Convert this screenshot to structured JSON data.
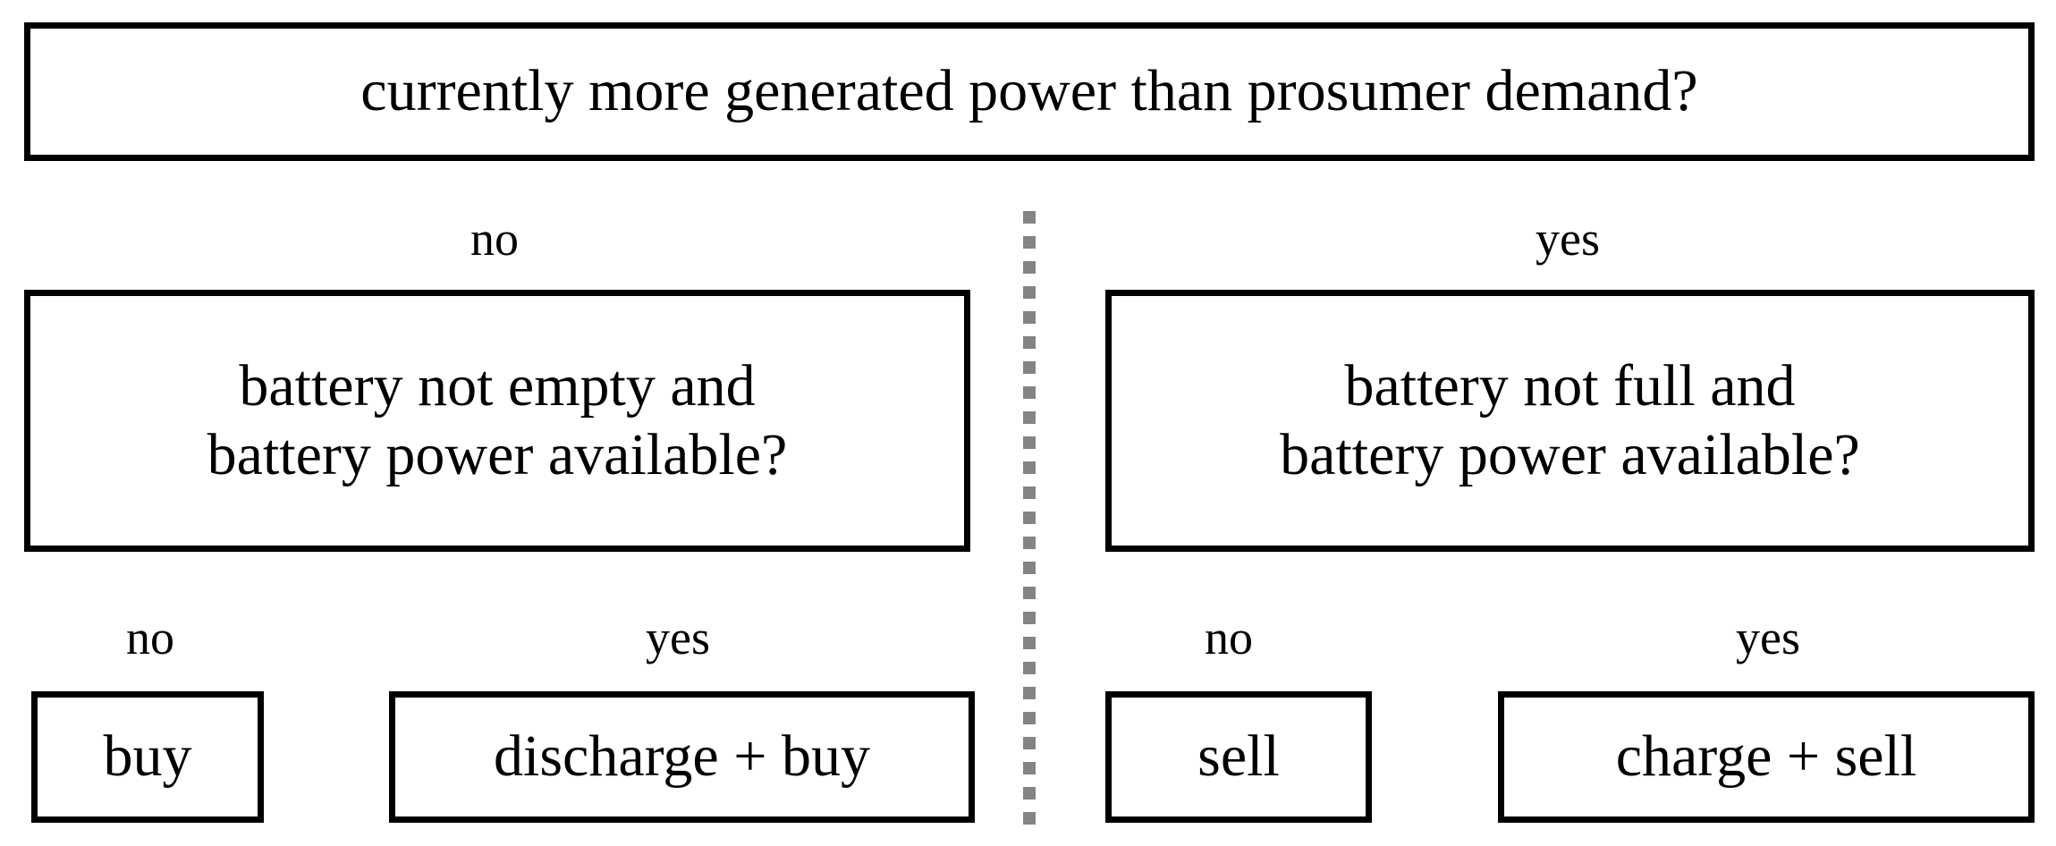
{
  "colors": {
    "background": "#ffffff",
    "box_border": "#000000",
    "text": "#000000",
    "divider_dash": "#848484"
  },
  "root": {
    "question": "currently more generated power than prosumer demand?"
  },
  "level1": {
    "no_label": "no",
    "yes_label": "yes"
  },
  "left_branch": {
    "question_line1": "battery not empty and",
    "question_line2": "battery power available?",
    "no_label": "no",
    "yes_label": "yes",
    "no_action": "buy",
    "yes_action": "discharge + buy"
  },
  "right_branch": {
    "question_line1": "battery not full and",
    "question_line2": "battery power available?",
    "no_label": "no",
    "yes_label": "yes",
    "no_action": "sell",
    "yes_action": "charge + sell"
  }
}
